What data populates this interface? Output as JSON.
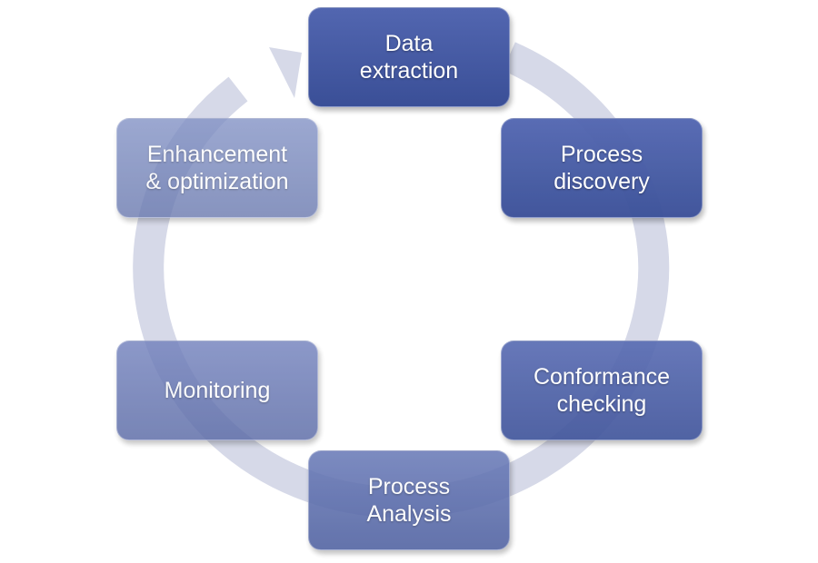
{
  "diagram": {
    "type": "cycle",
    "ring_color": "#d6d9e8",
    "stages": [
      {
        "id": "data-extraction",
        "label": "Data\nextraction",
        "color_top": "#5266b0",
        "color_bottom": "#3a4f97",
        "opacity": 1.0
      },
      {
        "id": "process-discovery",
        "label": "Process\ndiscovery",
        "color_top": "#5468b2",
        "color_bottom": "#3c5199",
        "opacity": 0.97
      },
      {
        "id": "conformance-checking",
        "label": "Conformance\nchecking",
        "color_top": "#5a6db3",
        "color_bottom": "#42569c",
        "opacity": 0.92
      },
      {
        "id": "process-analysis",
        "label": "Process\nAnalysis",
        "color_top": "#6a7bb8",
        "color_bottom": "#4e60a0",
        "opacity": 0.88
      },
      {
        "id": "monitoring",
        "label": "Monitoring",
        "color_top": "#7382bd",
        "color_bottom": "#5a6aa6",
        "opacity": 0.82
      },
      {
        "id": "enhancement-optimization",
        "label": "Enhancement\n& optimization",
        "color_top": "#8090c4",
        "color_bottom": "#6676ad",
        "opacity": 0.78
      }
    ]
  }
}
